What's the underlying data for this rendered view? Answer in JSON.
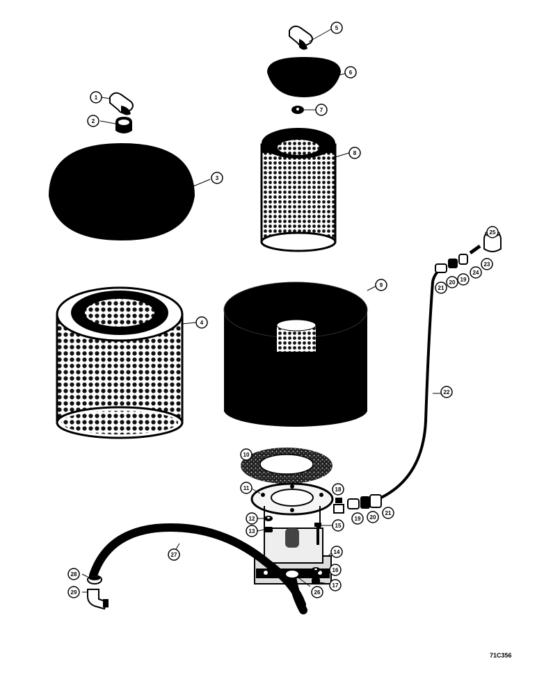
{
  "figure": {
    "reference_code": "71C356",
    "callouts": [
      "1",
      "2",
      "3",
      "4",
      "5",
      "6",
      "7",
      "8",
      "9",
      "10",
      "11",
      "12",
      "13",
      "14",
      "15",
      "16",
      "17",
      "18",
      "19",
      "20",
      "21",
      "22",
      "23",
      "24",
      "25",
      "26",
      "27",
      "28",
      "29"
    ],
    "colors": {
      "ink": "#000000",
      "paper": "#ffffff",
      "metal": "#e8e8e8"
    }
  }
}
